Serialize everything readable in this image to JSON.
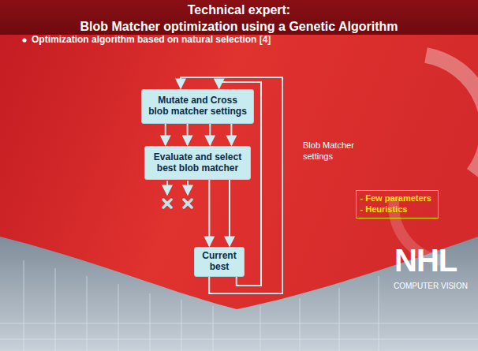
{
  "diagram": {
    "title": "Technical expert: Blob Matcher optimization using a Genetic Algorithm",
    "nodes": [
      {
        "text": [
          "Mutate and Cross blob matcher settings"
        ]
      },
      {
        "text": [
          "Evaluate and select best blob matcher"
        ]
      },
      {
        "text": [
          "Current best"
        ]
      },
      {
        "text": [
          "- Few parameters",
          "- Heuristics"
        ]
      }
    ],
    "edges": [
      {
        "from": 0,
        "to": 1,
        "arrow": "to"
      },
      {
        "from": 0,
        "to": 1,
        "arrow": "to"
      },
      {
        "from": 0,
        "to": 1,
        "arrow": "to"
      },
      {
        "from": 0,
        "to": 1,
        "arrow": "to"
      },
      {
        "from": 1,
        "to": 2,
        "arrow": "to"
      },
      {
        "from": 1,
        "to": 2,
        "arrow": "to"
      },
      {
        "from": 2,
        "to": 0,
        "arrow": "to"
      },
      {
        "from": 2,
        "to": 0,
        "arrow": "to"
      }
    ],
    "labels": [
      "Optimization algorithm based on natural selection [4]",
      "Blob Matcher settings",
      "NHL",
      "COMPUTER VISION"
    ]
  }
}
